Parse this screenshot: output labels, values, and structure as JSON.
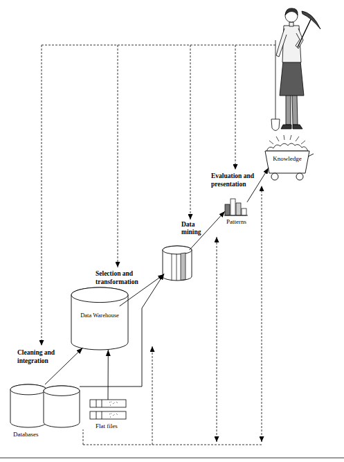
{
  "diagram": {
    "nodes": [
      {
        "text": [
          "Databases"
        ]
      },
      {
        "text": [
          "Flat files"
        ]
      },
      {
        "text": [
          "Data Warehouse"
        ]
      },
      {
        "text": [
          "Data mining"
        ]
      },
      {
        "text": [
          "Patterns"
        ]
      },
      {
        "text": [
          "Knowledge"
        ]
      }
    ],
    "edges": [
      {
        "from": 0,
        "to": 2,
        "arrow": "to",
        "label": "Cleaning and integration"
      },
      {
        "from": 1,
        "to": 2,
        "arrow": "to"
      },
      {
        "from": 0,
        "to": 3,
        "arrow": "to"
      },
      {
        "from": 2,
        "to": 3,
        "arrow": "to",
        "label": "Selection and transformation"
      },
      {
        "from": 3,
        "to": 4,
        "arrow": "to"
      },
      {
        "from": 4,
        "to": 5,
        "arrow": "to",
        "label": "Evaluation and presentation"
      }
    ]
  }
}
